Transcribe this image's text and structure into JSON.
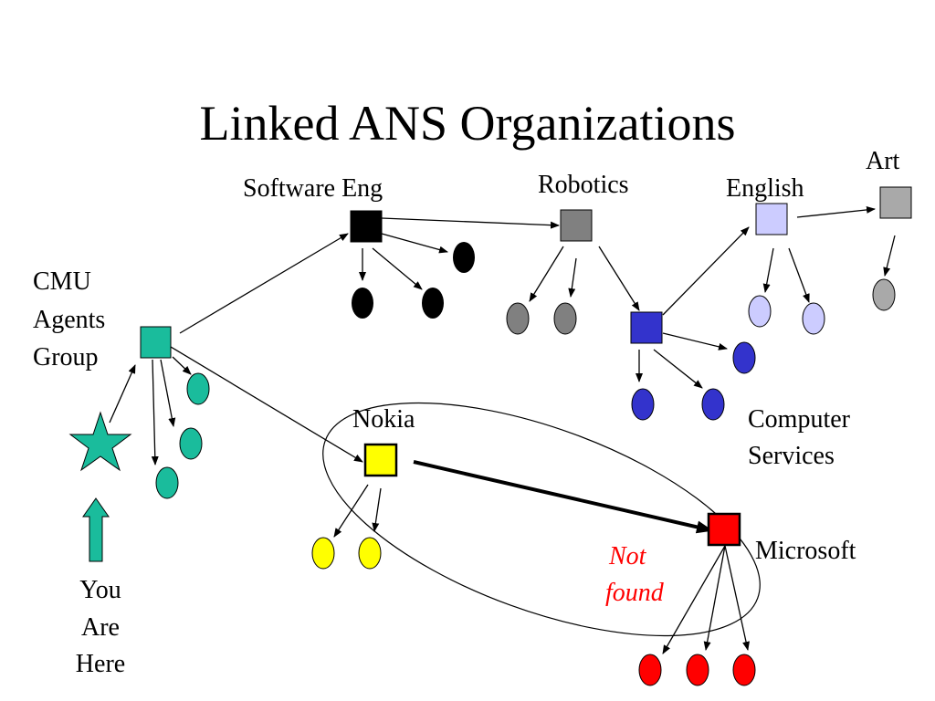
{
  "title": "Linked ANS Organizations",
  "labels": {
    "software_eng": "Software Eng",
    "robotics": "Robotics",
    "english": "English",
    "art": "Art",
    "cmu_line1": "CMU",
    "cmu_line2": "Agents",
    "cmu_line3": "Group",
    "nokia": "Nokia",
    "computer_line1": "Computer",
    "computer_line2": "Services",
    "microsoft": "Microsoft",
    "not_found_line1": "Not",
    "not_found_line2": "found",
    "you_line1": "You",
    "you_line2": "Are",
    "you_line3": "Here"
  },
  "colors": {
    "cmu": "#1abc9c",
    "software_eng": "#000000",
    "robotics": "#808080",
    "computer_services": "#3333cc",
    "english": "#ccccff",
    "art": "#a9a9a9",
    "nokia": "#ffff00",
    "microsoft": "#ff0000",
    "not_found_text": "#ff0000"
  },
  "icons": {
    "you_are_here": "star-icon",
    "pointer": "up-arrow-icon"
  }
}
